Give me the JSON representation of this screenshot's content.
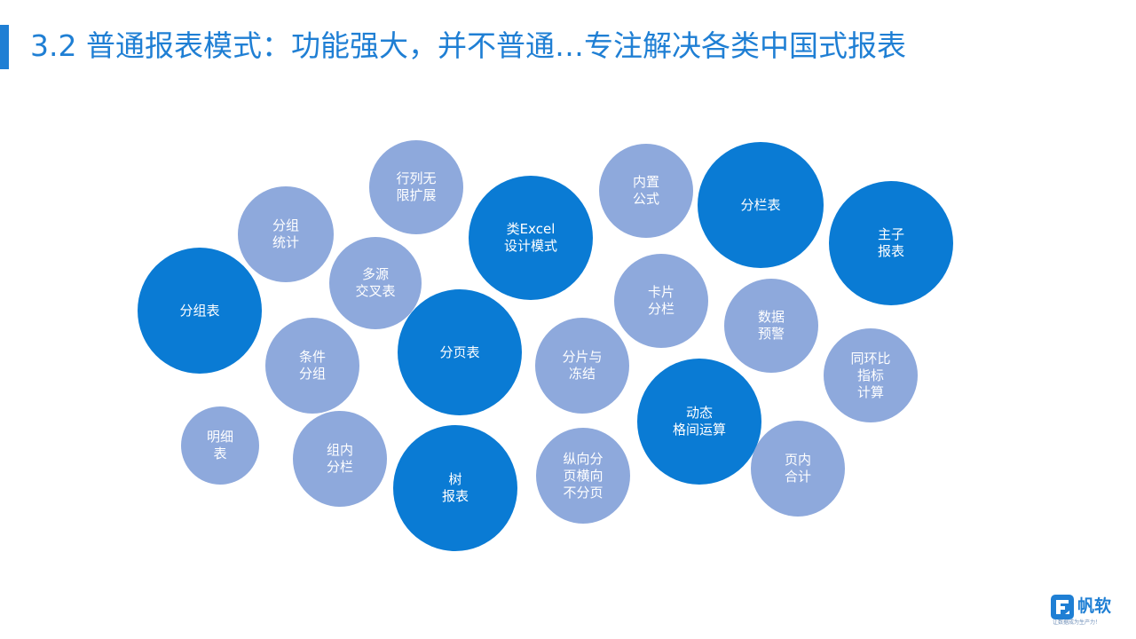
{
  "slide": {
    "title": "3.2 普通报表模式：功能强大，并不普通…专注解决各类中国式报表"
  },
  "bubbles": [
    {
      "label": "行列无\n限扩展",
      "style": "light"
    },
    {
      "label": "分组\n统计",
      "style": "light"
    },
    {
      "label": "类Excel\n设计模式",
      "style": "dark"
    },
    {
      "label": "内置\n公式",
      "style": "light"
    },
    {
      "label": "分栏表",
      "style": "dark"
    },
    {
      "label": "主子\n报表",
      "style": "dark"
    },
    {
      "label": "分组表",
      "style": "dark"
    },
    {
      "label": "多源\n交叉表",
      "style": "light"
    },
    {
      "label": "卡片\n分栏",
      "style": "light"
    },
    {
      "label": "数据\n预警",
      "style": "light"
    },
    {
      "label": "条件\n分组",
      "style": "light"
    },
    {
      "label": "分页表",
      "style": "dark"
    },
    {
      "label": "分片与\n冻结",
      "style": "light"
    },
    {
      "label": "同环比\n指标\n计算",
      "style": "light"
    },
    {
      "label": "动态\n格间运算",
      "style": "dark"
    },
    {
      "label": "明细\n表",
      "style": "light"
    },
    {
      "label": "组内\n分栏",
      "style": "light"
    },
    {
      "label": "树\n报表",
      "style": "dark"
    },
    {
      "label": "纵向分\n页横向\n不分页",
      "style": "light"
    },
    {
      "label": "页内\n合计",
      "style": "light"
    }
  ],
  "colors": {
    "accent": "#1f7fd4",
    "bubble_dark": "#0a7bd4",
    "bubble_light": "#8ea9dc"
  },
  "logo": {
    "name": "帆软",
    "slogan": "让数据成为生产力！",
    "icon": "finereport-logo-icon"
  }
}
